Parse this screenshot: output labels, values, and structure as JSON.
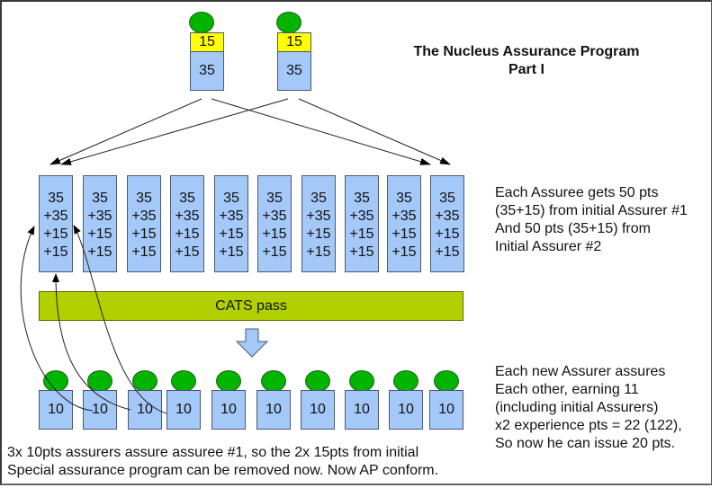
{
  "title": {
    "line1": "The Nucleus Assurance Program",
    "line2": "Part I"
  },
  "initial_assurers": [
    {
      "special_points": "15",
      "points": "35"
    },
    {
      "special_points": "15",
      "points": "35"
    }
  ],
  "assurees": [
    {
      "lines": [
        "35",
        "+35",
        "+15",
        "+15"
      ]
    },
    {
      "lines": [
        "35",
        "+35",
        "+15",
        "+15"
      ]
    },
    {
      "lines": [
        "35",
        "+35",
        "+15",
        "+15"
      ]
    },
    {
      "lines": [
        "35",
        "+35",
        "+15",
        "+15"
      ]
    },
    {
      "lines": [
        "35",
        "+35",
        "+15",
        "+15"
      ]
    },
    {
      "lines": [
        "35",
        "+35",
        "+15",
        "+15"
      ]
    },
    {
      "lines": [
        "35",
        "+35",
        "+15",
        "+15"
      ]
    },
    {
      "lines": [
        "35",
        "+35",
        "+15",
        "+15"
      ]
    },
    {
      "lines": [
        "35",
        "+35",
        "+15",
        "+15"
      ]
    },
    {
      "lines": [
        "35",
        "+35",
        "+15",
        "+15"
      ]
    }
  ],
  "cats_bar": {
    "label": "CATS pass"
  },
  "new_assurers": [
    "10",
    "10",
    "10",
    "10",
    "10",
    "10",
    "10",
    "10",
    "10",
    "10"
  ],
  "notes": {
    "assuree_points": [
      "Each Assuree gets 50 pts",
      "(35+15) from initial Assurer #1",
      "And 50 pts (35+15) from",
      "Initial Assurer #2"
    ],
    "new_assurers": [
      "Each new Assurer assures",
      "Each other, earning 11",
      "(including initial Assurers)",
      "x2 experience pts = 22 (122),",
      "So now he can issue 20 pts."
    ],
    "conclusion": [
      "3x 10pts assurers assure assuree #1, so the 2x 15pts from initial",
      "Special assurance program can be removed now. Now AP conform."
    ]
  },
  "colors": {
    "person_circle": "#00b400",
    "special_points_box": "#ffff00",
    "points_box": "#a4c8f8",
    "cats_bar": "#b2d000",
    "arrow": "#000000"
  }
}
